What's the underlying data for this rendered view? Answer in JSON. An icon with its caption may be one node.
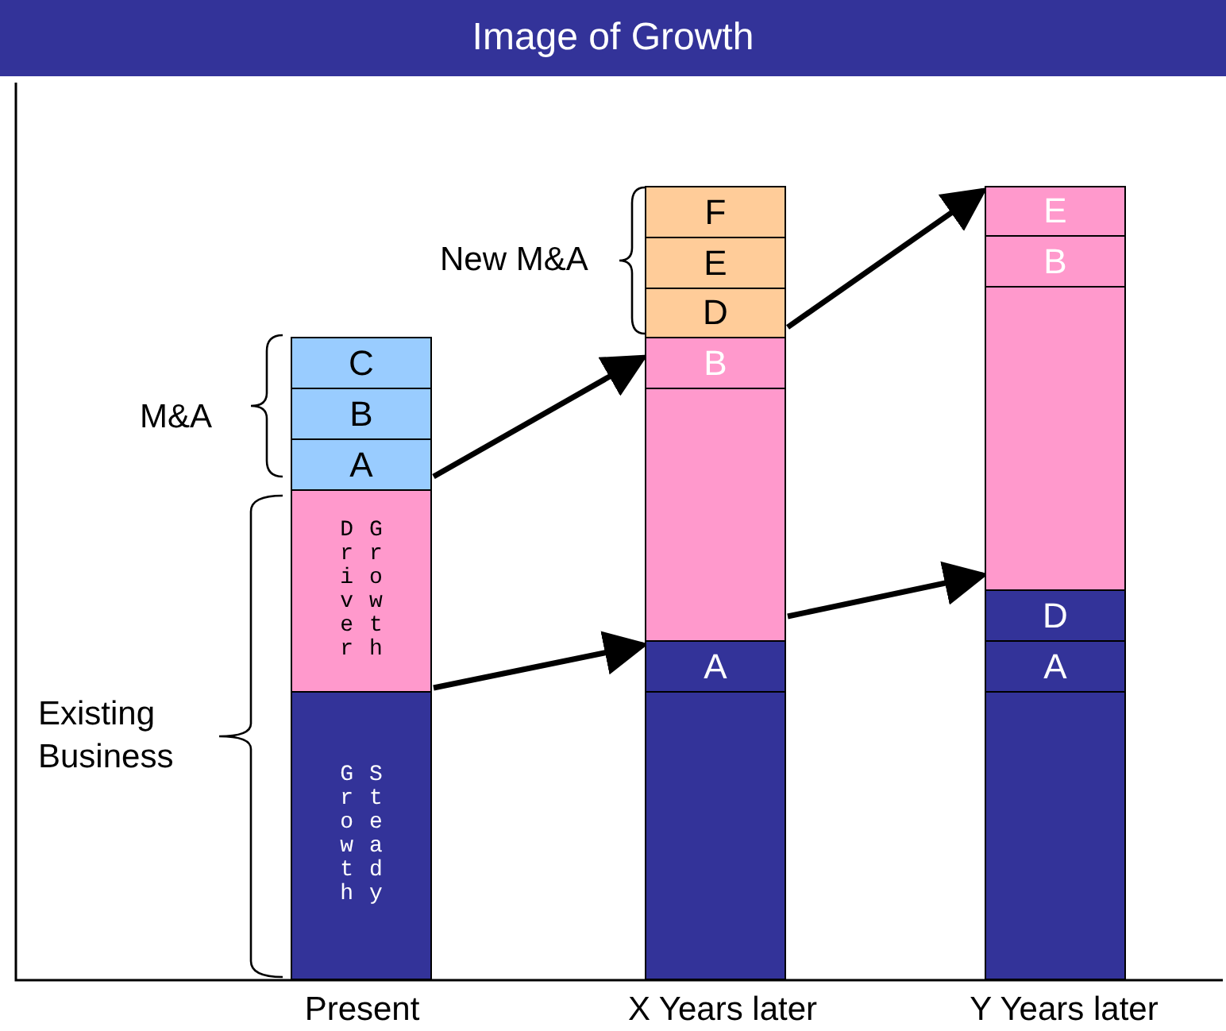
{
  "diagram": {
    "title": "Image of Growth",
    "nodes": [
      {
        "text": [
          "C"
        ]
      },
      {
        "text": [
          "B"
        ]
      },
      {
        "text": [
          "A"
        ]
      },
      {
        "text": [
          "Driver",
          "Growth"
        ]
      },
      {
        "text": [
          "Growth",
          "Steady"
        ]
      },
      {
        "text": [
          "F"
        ]
      },
      {
        "text": [
          "E"
        ]
      },
      {
        "text": [
          "D"
        ]
      },
      {
        "text": [
          "B"
        ]
      },
      {
        "text": [],
        "shape": "bar"
      },
      {
        "text": [
          "A"
        ]
      },
      {
        "text": [],
        "shape": "bar"
      },
      {
        "text": [
          "E"
        ]
      },
      {
        "text": [
          "B"
        ]
      },
      {
        "text": [],
        "shape": "bar"
      },
      {
        "text": [
          "D"
        ]
      },
      {
        "text": [
          "A"
        ]
      },
      {
        "text": [],
        "shape": "bar"
      }
    ],
    "edges": [
      {
        "from": 2,
        "to": 8,
        "arrow": "to"
      },
      {
        "from": 3,
        "to": 10,
        "arrow": "to"
      },
      {
        "from": 7,
        "to": 12,
        "arrow": "to"
      },
      {
        "from": 9,
        "to": 14,
        "arrow": "to"
      }
    ],
    "labels": [
      "New M&A",
      "M&A",
      "Existing Business",
      "Present",
      "X Years later",
      "Y Years later"
    ]
  }
}
